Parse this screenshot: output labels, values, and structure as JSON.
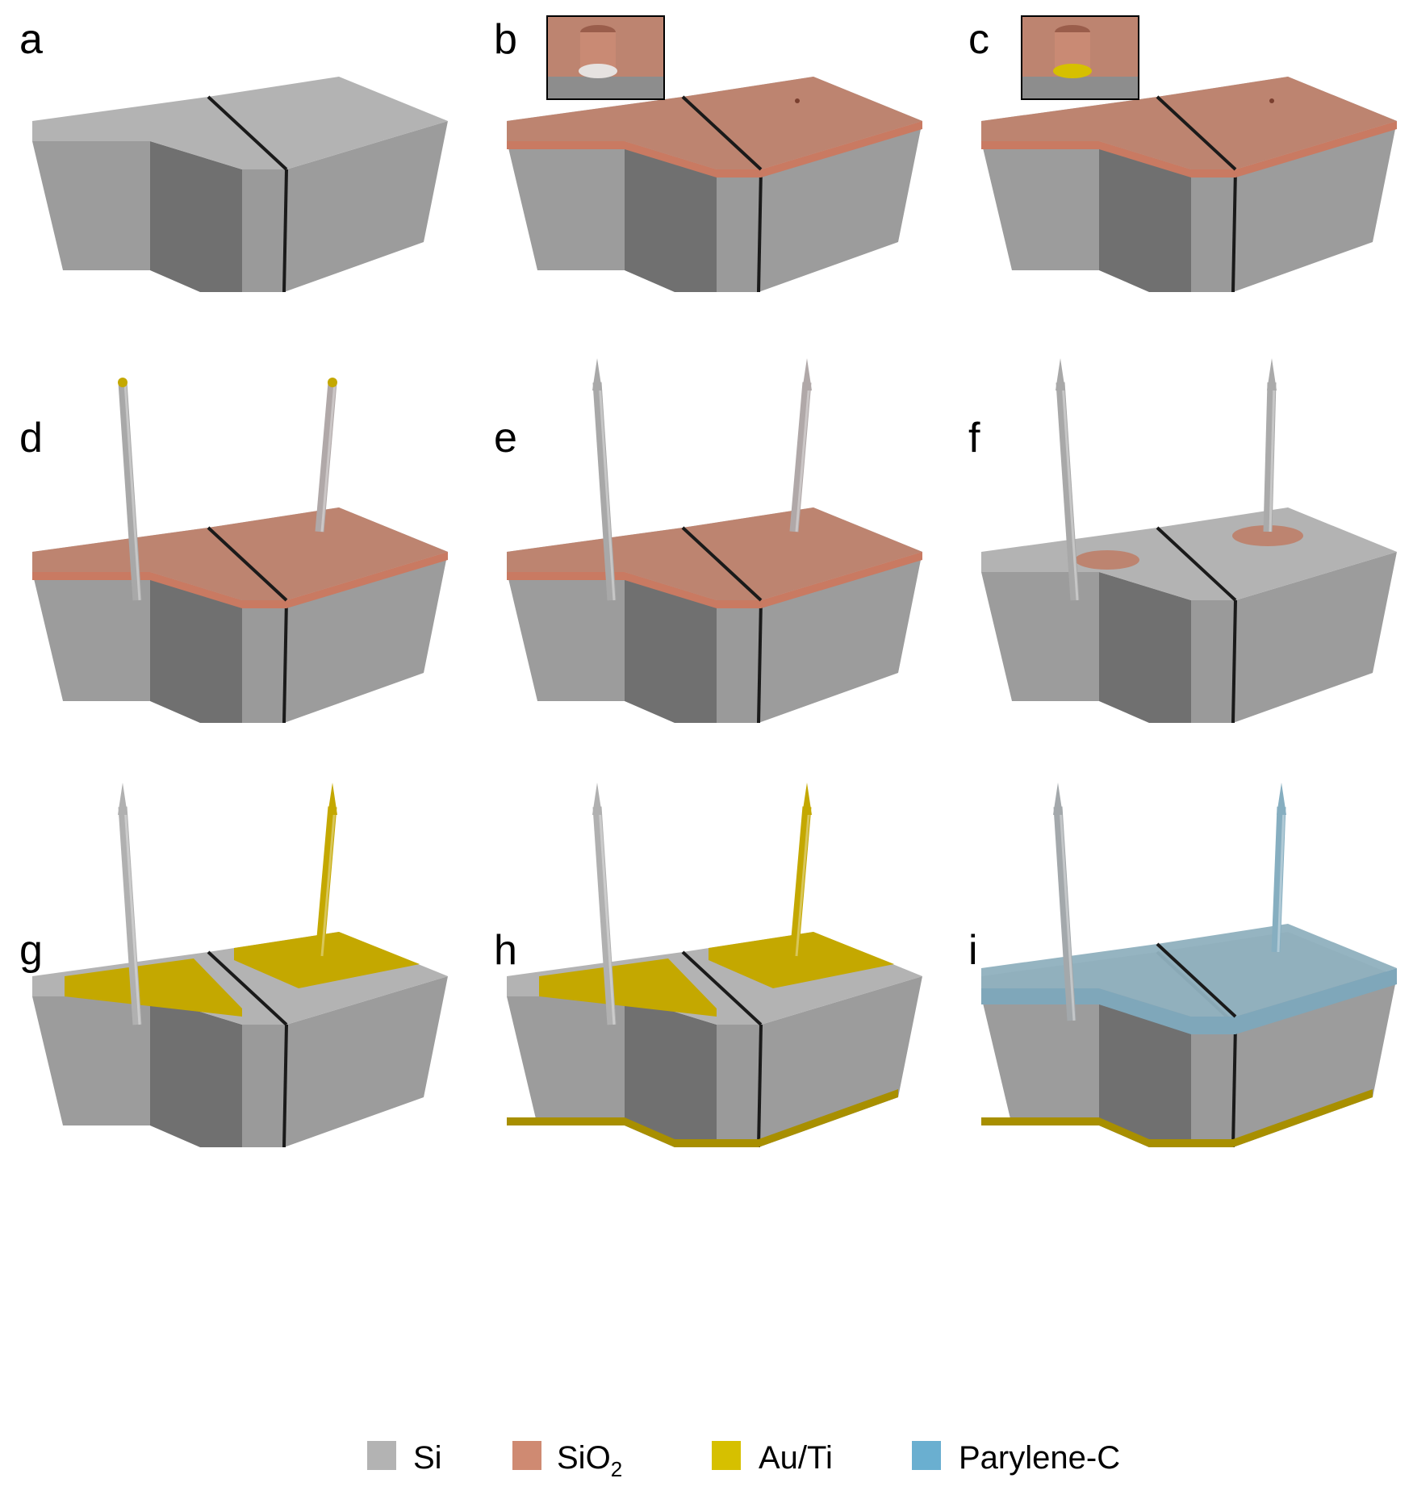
{
  "colors": {
    "si_top": "#b3b3b3",
    "si_front": "#9a9a9a",
    "si_side": "#707070",
    "si_mid": "#9c9c9c",
    "sio2_top": "#bd8470",
    "sio2_edge": "#c97a62",
    "auti_top": "#c4a800",
    "auti_edge": "#a88f00",
    "parylene_top": "#8fb0be",
    "parylene_edge": "#7fa7ba",
    "cut": "#1a1a1a"
  },
  "panels": [
    {
      "label": "a"
    },
    {
      "label": "b"
    },
    {
      "label": "c"
    },
    {
      "label": "d"
    },
    {
      "label": "e"
    },
    {
      "label": "f"
    },
    {
      "label": "g"
    },
    {
      "label": "h"
    },
    {
      "label": "i"
    }
  ],
  "legend": {
    "items": [
      {
        "label": "Si",
        "sub": "",
        "color": "#b3b3b3"
      },
      {
        "label": "SiO",
        "sub": "2",
        "color": "#cf8a72"
      },
      {
        "label": "Au/Ti",
        "sub": "",
        "color": "#d6c000"
      },
      {
        "label": "Parylene-C",
        "sub": "",
        "color": "#6aafd0"
      }
    ]
  }
}
